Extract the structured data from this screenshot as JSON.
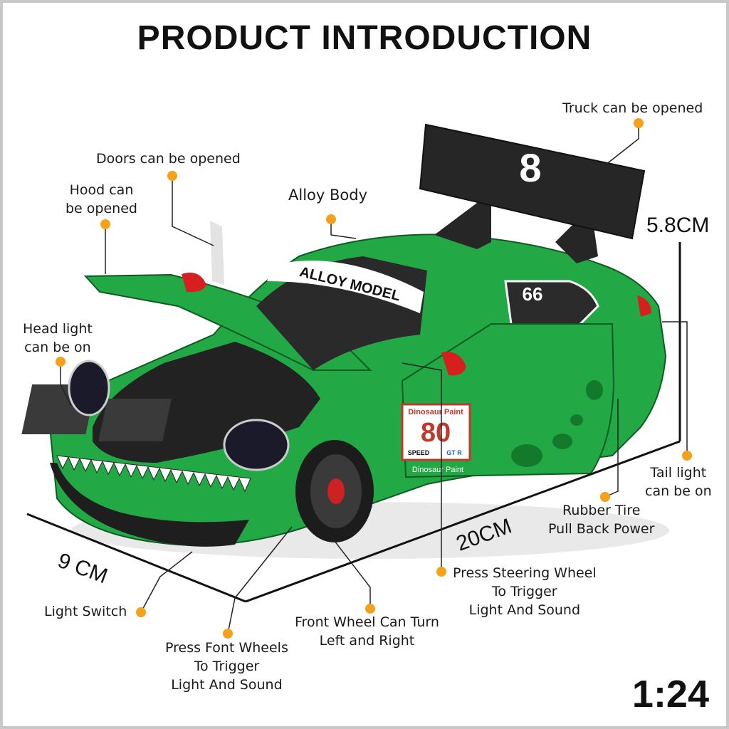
{
  "title": "PRODUCT INTRODUCTION",
  "scale": "1:24",
  "dimensions": {
    "height": "5.8CM",
    "length": "20CM",
    "width": "9 CM"
  },
  "car_decals": {
    "windshield": "ALLOY MODEL",
    "race_number": "80",
    "side_number": "66",
    "sponsor": "Dinosaur Paint",
    "sponsor_lower": "Dinosaur Paint",
    "speed": "SPEED",
    "gtr": "GT R",
    "wing_number": "8"
  },
  "labels": {
    "truck": [
      "Truck can be opened"
    ],
    "doors": [
      "Doors can be opened"
    ],
    "hood": [
      "Hood can",
      "be opened"
    ],
    "alloy": [
      "Alloy Body"
    ],
    "headlight": [
      "Head light",
      "can be on"
    ],
    "taillight": [
      "Tail light",
      "can be on"
    ],
    "tire": [
      "Rubber Tire",
      "Pull Back Power"
    ],
    "steering": [
      "Press Steering Wheel",
      "To Trigger",
      "Light And Sound"
    ],
    "frontwheel": [
      "Front Wheel Can Turn",
      "Left and Right"
    ],
    "fontwheels": [
      "Press Font Wheels",
      "To Trigger",
      "Light And Sound"
    ],
    "lightswitch": [
      "Light Switch"
    ]
  },
  "colors": {
    "body_green": "#22a845",
    "dark_green": "#137a2c",
    "dot_orange": "#f5a11a",
    "tire_black": "#1c1c1c",
    "wing_black": "#262626"
  }
}
